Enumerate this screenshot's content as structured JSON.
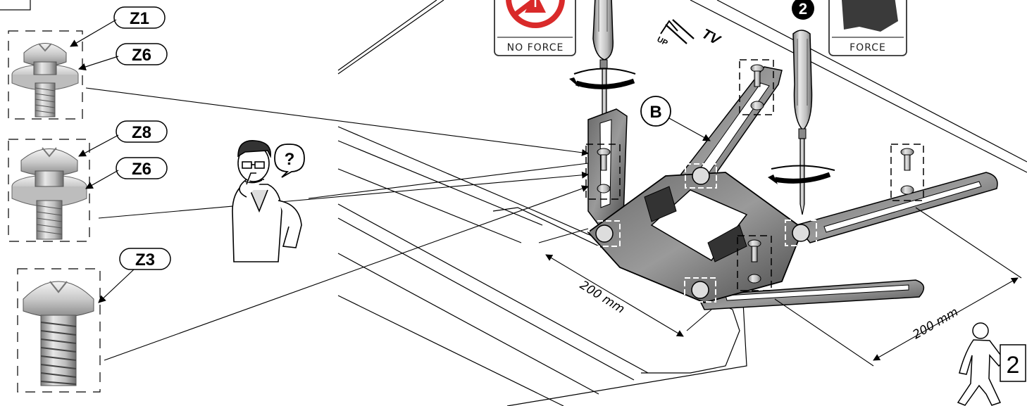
{
  "parts": {
    "z1": "Z1",
    "z6_top": "Z6",
    "z8": "Z8",
    "z6_mid": "Z6",
    "z3": "Z3",
    "bracket": "B"
  },
  "callouts": {
    "question": "?",
    "step_marker": "2",
    "page_step": "2"
  },
  "signs": {
    "no_force": "NO FORCE",
    "force": "FORCE"
  },
  "orientation": {
    "up": "UP",
    "tv": "TV"
  },
  "dimensions": {
    "width": "200 mm",
    "height": "200 mm"
  }
}
